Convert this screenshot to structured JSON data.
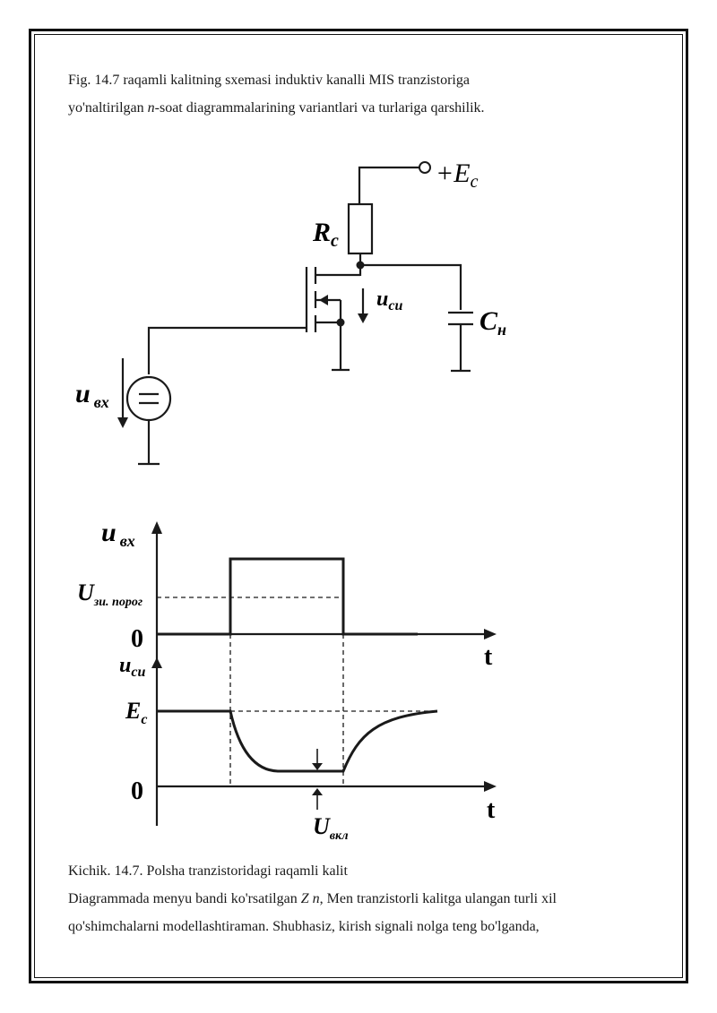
{
  "intro": {
    "line1": "Fig. 14.7 raqamli kalitning sxemasi induktiv kanalli MIS tranzistoriga",
    "line2_pre": "yo'naltirilgan ",
    "line2_em": "n",
    "line2_post": "-soat diagrammalarining variantlari va turlariga qarshilik."
  },
  "circuit": {
    "supply_label": "+E",
    "supply_sub": "c",
    "resistor_label": "R",
    "resistor_sub": "c",
    "u_si_label": "u",
    "u_si_sub": "си",
    "cap_label": "C",
    "cap_sub": "н",
    "u_in_label": "u",
    "u_in_sub": "вх"
  },
  "timing": {
    "top_axis_label": "u",
    "top_axis_sub": "вх",
    "threshold_label": "U",
    "threshold_sub": "зи. порог",
    "top_zero": "0",
    "top_t": "t",
    "bottom_axis_label": "u",
    "bottom_axis_sub": "си",
    "ec_label": "E",
    "ec_sub": "c",
    "bottom_zero": "0",
    "bottom_t": "t",
    "uvkl_label": "U",
    "uvkl_sub": "вкл"
  },
  "caption": "Kichik. 14.7. Polsha tranzistoridagi raqamli kalit",
  "body": {
    "line1_pre": "Diagrammada menyu bandi ko'rsatilgan ",
    "line1_em": "Z n",
    "line1_post": ", Men tranzistorli kalitga ulangan turli xil",
    "line2": "qo'shimchalarni modellashtiraman. Shubhasiz, kirish signali nolga teng bo'lganda,"
  }
}
